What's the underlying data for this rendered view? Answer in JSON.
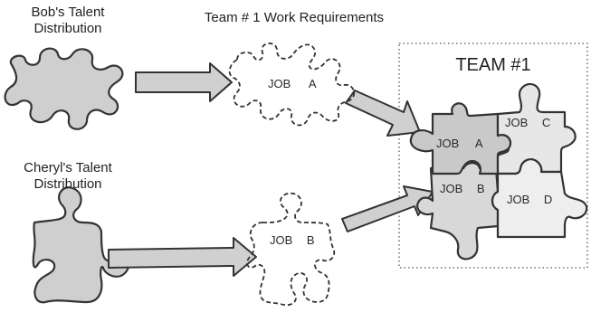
{
  "labels": {
    "bob": [
      "Bob's Talent",
      "Distribution"
    ],
    "cheryl": [
      "Cheryl's Talent",
      "Distribution"
    ],
    "requirements": "Team # 1 Work Requirements",
    "team": "TEAM #1"
  },
  "jobs": {
    "a_outline": {
      "word": "JOB",
      "letter": "A"
    },
    "b_outline": {
      "word": "JOB",
      "letter": "B"
    },
    "a_team": {
      "word": "JOB",
      "letter": "A"
    },
    "b_team": {
      "word": "JOB",
      "letter": "B"
    },
    "c_team": {
      "word": "JOB",
      "letter": "C"
    },
    "d_team": {
      "word": "JOB",
      "letter": "D"
    }
  },
  "colors": {
    "dark_piece": "#c9c9c9",
    "medium_piece": "#d8d8d8",
    "light_piece": "#e7e7e7",
    "lightest_piece": "#eeeeee",
    "outline": "#333333",
    "arrow_fill": "#d0d0d0"
  }
}
